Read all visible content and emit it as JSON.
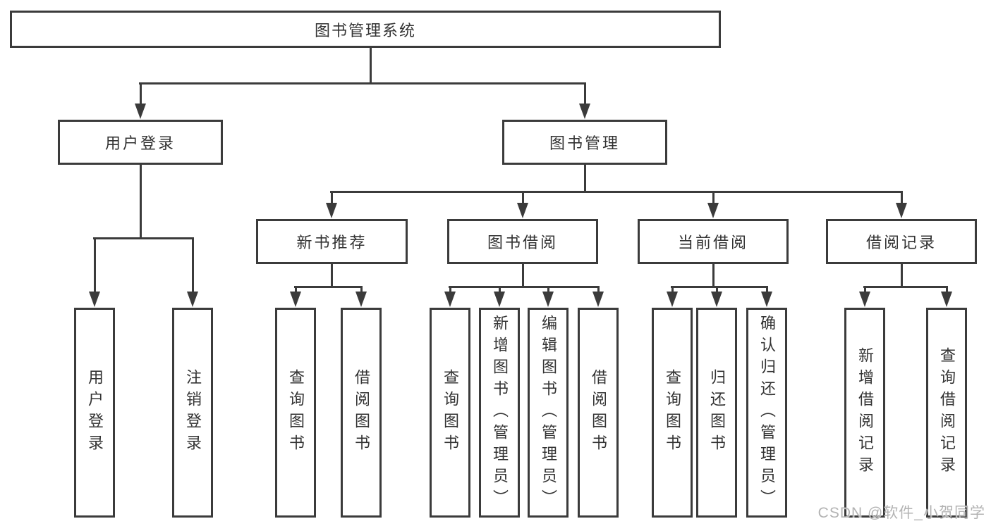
{
  "tree": {
    "root": "图书管理系统",
    "branches": [
      {
        "label": "用户登录",
        "children": [
          "用户登录",
          "注销登录"
        ]
      },
      {
        "label": "图书管理",
        "groups": [
          {
            "label": "新书推荐",
            "children": [
              "查询图书",
              "借阅图书"
            ]
          },
          {
            "label": "图书借阅",
            "children": [
              "查询图书",
              "新增图书（管理员）",
              "编辑图书（管理员）",
              "借阅图书"
            ]
          },
          {
            "label": "当前借阅",
            "children": [
              "查询图书",
              "归还图书",
              "确认归还（管理员）"
            ]
          },
          {
            "label": "借阅记录",
            "children": [
              "新增借阅记录",
              "查询借阅记录"
            ]
          }
        ]
      }
    ]
  },
  "watermark": "CSDN @软件_小贺同学",
  "colors": {
    "line": "#3b3b3b",
    "text": "#333333",
    "watermark": "#b3b3b3",
    "background": "#ffffff"
  }
}
